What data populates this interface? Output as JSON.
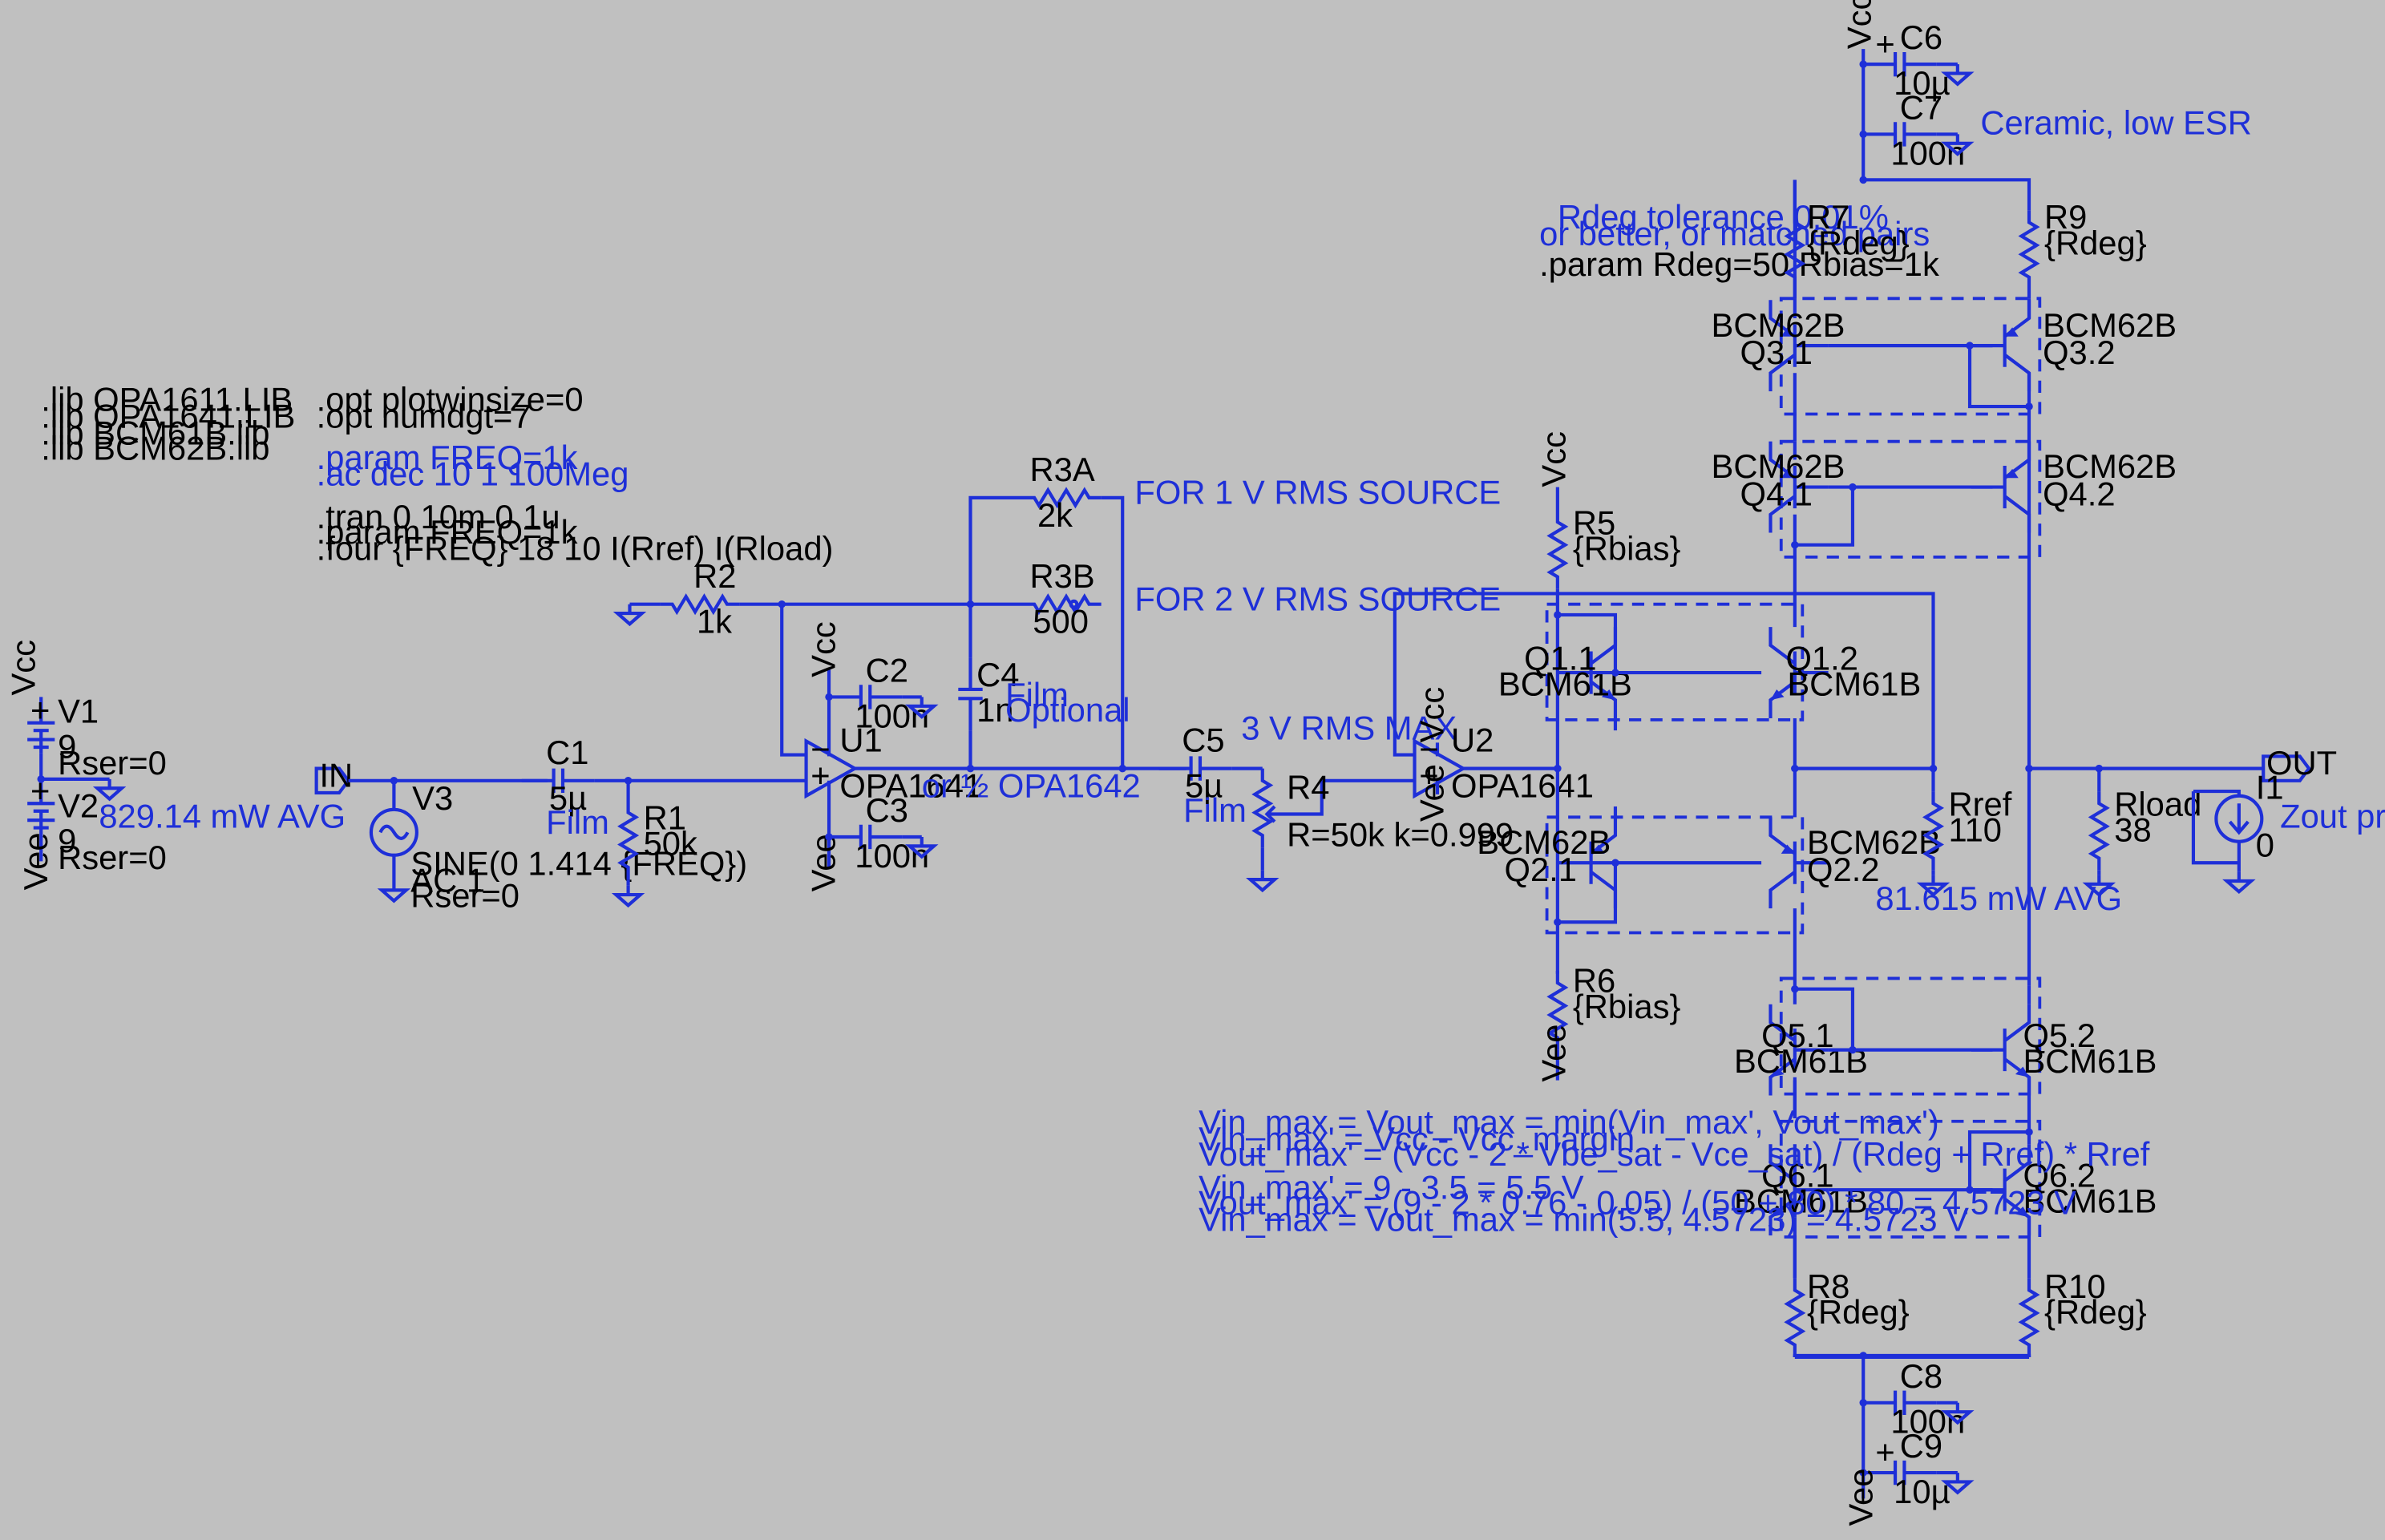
{
  "directives": {
    "lib": [
      ".lib OPA1611.LIB",
      ".lib OPA1641.LIB",
      ".lib BCM61B.lib",
      ".lib BCM62B.lib"
    ],
    "opts": [
      ".opt plotwinsize=0",
      ".opt numdgt=7"
    ],
    "ac": [
      ".param FREQ=1k",
      ".ac dec 10 1 100Meg"
    ],
    "tran": [
      ".tran 0 10m 0 1u",
      ".param FREQ=1k",
      ".four {FREQ} 18 10 I(Rref) I(Rload)"
    ],
    "param": ".param Rdeg=50 Rbias=1k"
  },
  "supplies": {
    "v1": {
      "name": "V1",
      "value": "9",
      "rser": "Rser=0"
    },
    "v2": {
      "name": "V2",
      "value": "9",
      "rser": "Rser=0"
    },
    "power": "829.14 mW AVG"
  },
  "nets": {
    "vcc": "Vcc",
    "vee": "Vee",
    "in": "IN",
    "out": "OUT"
  },
  "source": {
    "name": "V3",
    "line1": "SINE(0 1.414 {FREQ})",
    "line2": "AC 1",
    "line3": "Rser=0"
  },
  "parts": {
    "C1": {
      "name": "C1",
      "value": "5µ",
      "note": "Film"
    },
    "R1": {
      "name": "R1",
      "value": "50k"
    },
    "R2": {
      "name": "R2",
      "value": "1k"
    },
    "R3A": {
      "name": "R3A",
      "value": "2k"
    },
    "R3B": {
      "name": "R3B",
      "value": "500"
    },
    "C2": {
      "name": "C2",
      "value": "100n"
    },
    "C3": {
      "name": "C3",
      "value": "100n"
    },
    "C4": {
      "name": "C4",
      "value": "1n",
      "note1": "Film",
      "note2": "Optional"
    },
    "U1": {
      "name": "U1",
      "model": "OPA1641",
      "alt": "or ½ OPA1642"
    },
    "C5": {
      "name": "C5",
      "value": "5µ",
      "note": "Film"
    },
    "R4": {
      "name": "R4",
      "value": "R=50k k=0.999"
    },
    "U2": {
      "name": "U2",
      "model": "OPA1641"
    },
    "R5": {
      "name": "R5",
      "value": "{Rbias}"
    },
    "R6": {
      "name": "R6",
      "value": "{Rbias}"
    },
    "Rref": {
      "name": "Rref",
      "value": "110"
    },
    "Rload": {
      "name": "Rload",
      "value": "38"
    },
    "I1": {
      "name": "I1",
      "value": "0",
      "note": "Zout probe"
    },
    "C6": {
      "name": "C6",
      "value": "10µ"
    },
    "C7": {
      "name": "C7",
      "value": "100n",
      "note": "Ceramic, low ESR"
    },
    "C8": {
      "name": "C8",
      "value": "100n"
    },
    "C9": {
      "name": "C9",
      "value": "10µ"
    },
    "R7": {
      "name": "R7",
      "value": "{Rdeg}"
    },
    "R8": {
      "name": "R8",
      "value": "{Rdeg}"
    },
    "R9": {
      "name": "R9",
      "value": "{Rdeg}"
    },
    "R10": {
      "name": "R10",
      "value": "{Rdeg}"
    }
  },
  "transistors": {
    "Q1.1": {
      "name": "Q1.1",
      "model": "BCM61B"
    },
    "Q1.2": {
      "name": "Q1.2",
      "model": "BCM61B"
    },
    "Q2.1": {
      "name": "Q2.1",
      "model": "BCM62B"
    },
    "Q2.2": {
      "name": "Q2.2",
      "model": "BCM62B"
    },
    "Q3.1": {
      "name": "Q3.1",
      "model": "BCM62B"
    },
    "Q3.2": {
      "name": "Q3.2",
      "model": "BCM62B"
    },
    "Q4.1": {
      "name": "Q4.1",
      "model": "BCM62B"
    },
    "Q4.2": {
      "name": "Q4.2",
      "model": "BCM62B"
    },
    "Q5.1": {
      "name": "Q5.1",
      "model": "BCM61B"
    },
    "Q5.2": {
      "name": "Q5.2",
      "model": "BCM61B"
    },
    "Q6.1": {
      "name": "Q6.1",
      "model": "BCM61B"
    },
    "Q6.2": {
      "name": "Q6.2",
      "model": "BCM61B"
    }
  },
  "notes": {
    "r3a": "FOR 1 V RMS SOURCE",
    "r3b": "FOR 2 V RMS SOURCE",
    "max3v": "3 V RMS MAX",
    "tol1": "Rdeg tolerance 0.01%",
    "tol2": "or better, or matched pairs",
    "rref_power": "81.615 mW AVG",
    "eq": [
      "Vin_max = Vout_max = min(Vin_max', Vout_max')",
      "Vin_max' = Vcc - Vcc_margin",
      "Vout_max' = (Vcc - 2 * Vbe_sat - Vce_sat) / (Rdeg + Rref) * Rref",
      "Vin_max' = 9 - 3.5 = 5.5 V",
      "Vout_max' = (9 - 2 * 0.76 - 0.05) / (50 + 80) * 80 = 4.5723 V",
      "Vin_max = Vout_max = min(5.5, 4.5723) = 4.5723 V"
    ]
  }
}
